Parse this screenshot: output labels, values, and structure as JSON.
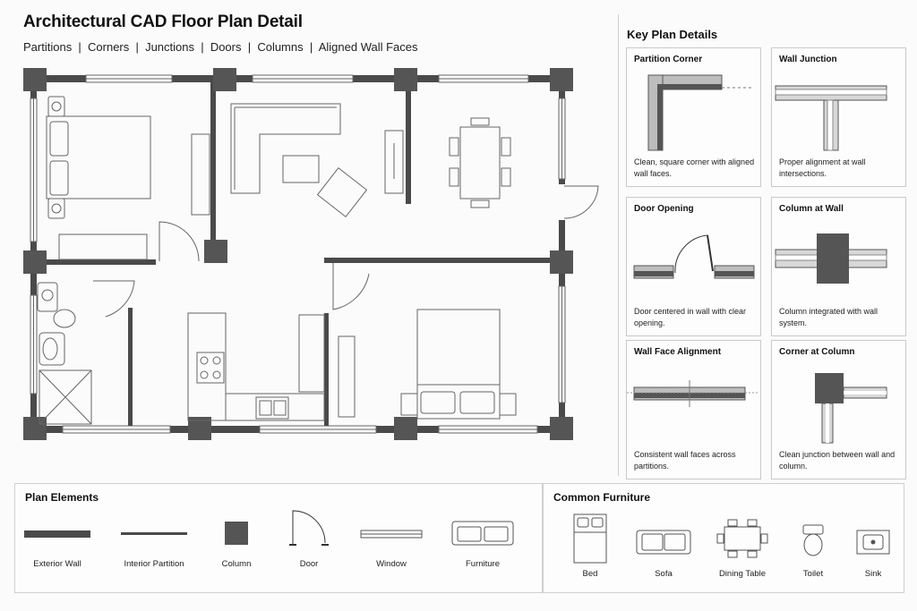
{
  "header": {
    "title": "Architectural CAD Floor Plan Detail",
    "subtitle": "Partitions  |  Corners  |  Junctions  |  Doors  |  Columns  |  Aligned Wall Faces"
  },
  "key_details": {
    "heading": "Key Plan Details",
    "cards": [
      {
        "title": "Partition Corner",
        "desc": "Clean, square corner with aligned wall faces."
      },
      {
        "title": "Wall Junction",
        "desc": "Proper alignment at wall intersections."
      },
      {
        "title": "Door Opening",
        "desc": "Door centered in wall with clear opening."
      },
      {
        "title": "Column at Wall",
        "desc": "Column integrated with wall system."
      },
      {
        "title": "Wall Face Alignment",
        "desc": "Consistent wall faces across partitions."
      },
      {
        "title": "Corner at Column",
        "desc": "Clean junction between wall and column."
      }
    ]
  },
  "plan_elements": {
    "heading": "Plan Elements",
    "items": [
      "Exterior Wall",
      "Interior Partition",
      "Column",
      "Door",
      "Window",
      "Furniture"
    ]
  },
  "common_furniture": {
    "heading": "Common Furniture",
    "items": [
      "Bed",
      "Sofa",
      "Dining Table",
      "Toilet",
      "Sink"
    ]
  },
  "colors": {
    "wall": "#4a4a4a",
    "column": "#555555",
    "line": "#666666",
    "background": "#fbfbfb"
  }
}
